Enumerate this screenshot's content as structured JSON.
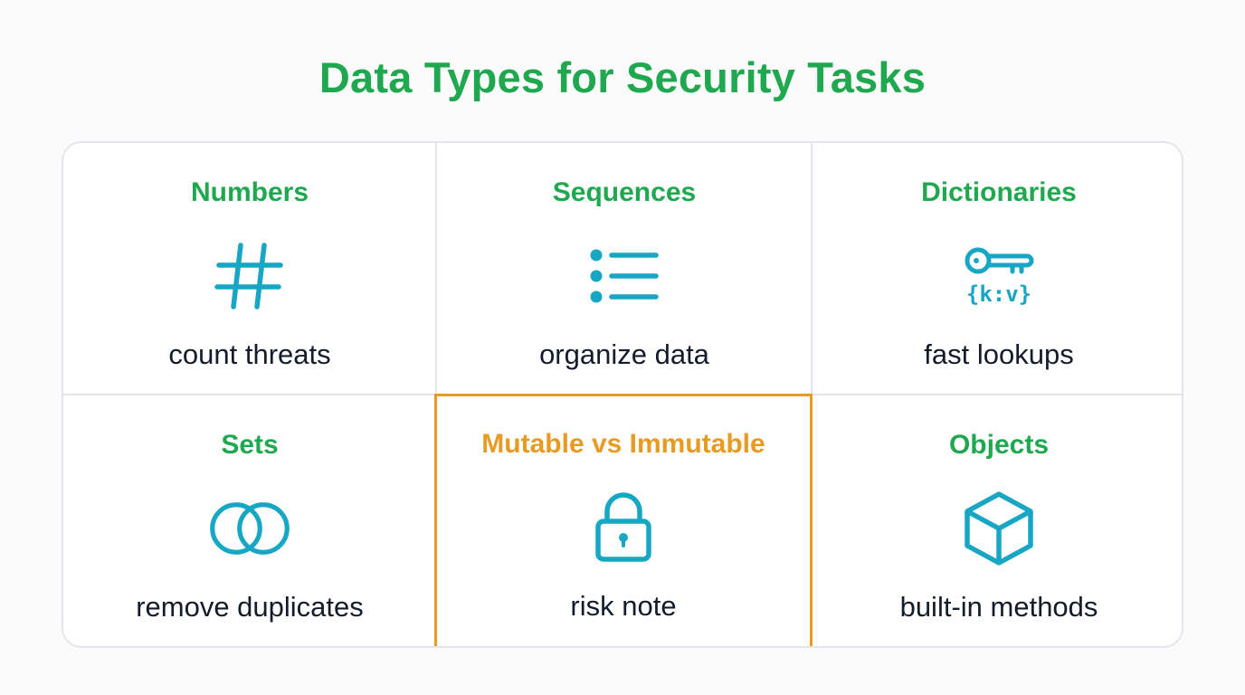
{
  "title": "Data Types for Security Tasks",
  "colors": {
    "title_green": "#1fa84f",
    "icon_teal": "#17a7c4",
    "highlight_orange": "#e79b22",
    "text_dark": "#141c2b",
    "border_gray": "#e3e6ea"
  },
  "cells": [
    {
      "heading": "Numbers",
      "icon": "hash-icon",
      "description": "count threats",
      "highlighted": false
    },
    {
      "heading": "Sequences",
      "icon": "list-icon",
      "description": "organize data",
      "highlighted": false
    },
    {
      "heading": "Dictionaries",
      "icon": "key-value-icon",
      "icon_text": "{k:v}",
      "description": "fast lookups",
      "highlighted": false
    },
    {
      "heading": "Sets",
      "icon": "overlapping-circles-icon",
      "description": "remove duplicates",
      "highlighted": false
    },
    {
      "heading": "Mutable vs Immutable",
      "icon": "lock-icon",
      "description": "risk note",
      "highlighted": true
    },
    {
      "heading": "Objects",
      "icon": "cube-icon",
      "description": "built-in methods",
      "highlighted": false
    }
  ]
}
